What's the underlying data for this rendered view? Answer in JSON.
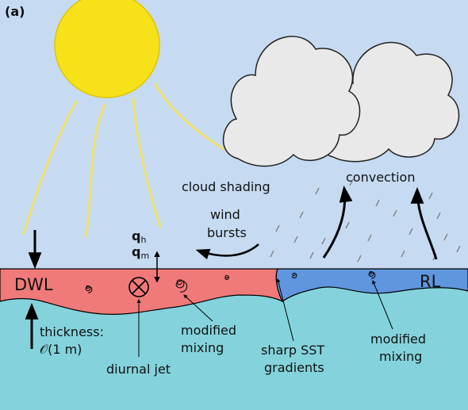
{
  "panel_label": "(a)",
  "labels": {
    "cloud_shading": "cloud shading",
    "convection": "convection",
    "wind_line1": "wind",
    "wind_line2": "bursts",
    "qh_main": "q",
    "qh_sub": "h",
    "qm_main": "q",
    "qm_sub": "m",
    "dwl": "DWL",
    "rl": "RL",
    "thickness_line1": "thickness:",
    "thickness_line2": "𝒪(1 m)",
    "diurnal_jet": "diurnal jet",
    "modified_mixing_left_1": "modified",
    "modified_mixing_left_2": "mixing",
    "sharp_sst_1": "sharp SST",
    "sharp_sst_2": "gradients",
    "modified_mixing_right_1": "modified",
    "modified_mixing_right_2": "mixing"
  },
  "colors": {
    "sky": "#c6dbf2",
    "ocean": "#84d3dc",
    "dwl_layer": "#f07a7a",
    "rl_layer": "#5f96dd",
    "sun": "#f7e21a",
    "sun_rays": "#efe06a",
    "cloud": "#e9e9e9",
    "rain": "#7a7a7a",
    "arrow": "#000000"
  },
  "icons": [
    "sun-icon",
    "cloud-icon",
    "rain-icon",
    "jet-cross-icon",
    "eddy-icon"
  ]
}
